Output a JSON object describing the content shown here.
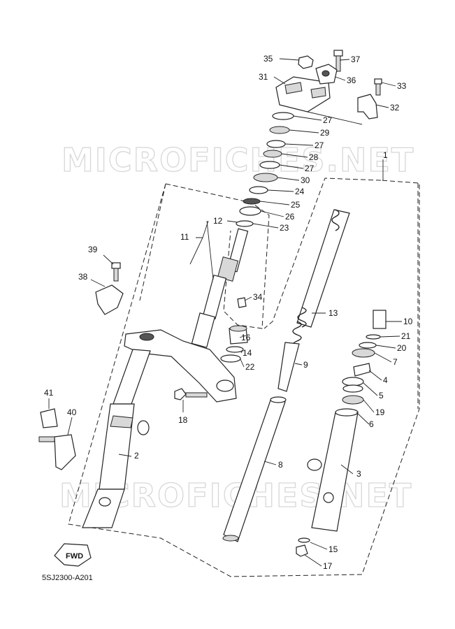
{
  "watermark": "MICROFICHES.NET",
  "diagram_code": "5SJ2300-A201",
  "fwd_label": "FWD",
  "callouts": {
    "c1": "1",
    "c2": "2",
    "c3": "3",
    "c4": "4",
    "c5": "5",
    "c6": "6",
    "c7": "7",
    "c8": "8",
    "c9": "9",
    "c10": "10",
    "c11": "11",
    "c12": "12",
    "c13": "13",
    "c14": "14",
    "c15": "15",
    "c16": "16",
    "c17": "17",
    "c18": "18",
    "c19": "19",
    "c20": "20",
    "c21": "21",
    "c22": "22",
    "c23": "23",
    "c24": "24",
    "c25": "25",
    "c26": "26",
    "c27a": "27",
    "c27b": "27",
    "c27c": "27",
    "c28": "28",
    "c29": "29",
    "c30": "30",
    "c31": "31",
    "c32": "32",
    "c33": "33",
    "c34": "34",
    "c35": "35",
    "c36": "36",
    "c37": "37",
    "c38": "38",
    "c39": "39",
    "c40": "40",
    "c41": "41"
  }
}
